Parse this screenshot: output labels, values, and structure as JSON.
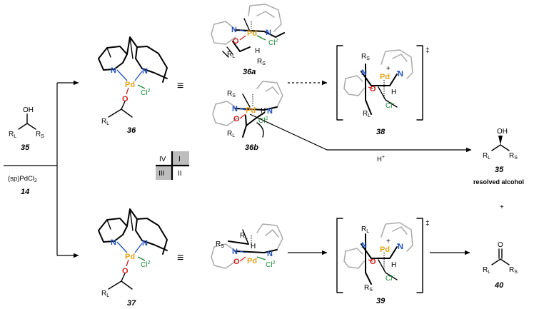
{
  "labels": {
    "reactant": {
      "oh": "OH",
      "rl": "R",
      "rl_sub": "L",
      "rs": "R",
      "rs_sub": "S",
      "num": "35"
    },
    "catalyst": {
      "name": "(sp)PdCl",
      "sub": "2",
      "num": "14"
    },
    "complex36": {
      "num": "36",
      "n": "N",
      "pd": "Pd",
      "o": "O",
      "cl": "Cl",
      "cl_sup": "2",
      "rl": "R",
      "rl_sub": "L"
    },
    "complex37": {
      "num": "37",
      "n": "N",
      "pd": "Pd",
      "o": "O",
      "cl": "Cl",
      "cl_sup": "2",
      "rl": "R",
      "rl_sub": "L"
    },
    "equiv": "≡",
    "conf36a": {
      "num": "36a",
      "n": "N",
      "pd": "Pd",
      "o": "O",
      "cl": "Cl",
      "cl_sup": "2",
      "h": "H",
      "rl": "R",
      "rl_sub": "L",
      "rs": "R",
      "rs_sub": "S"
    },
    "conf36b": {
      "num": "36b",
      "n": "N",
      "pd": "Pd",
      "o": "O",
      "cl": "Cl",
      "cl_sup": "2",
      "h": "H",
      "rl": "R",
      "rl_sub": "L",
      "rs": "R",
      "rs_sub": "S"
    },
    "conf37": {
      "n": "N",
      "pd": "Pd",
      "o": "O",
      "cl": "Cl",
      "cl_sup": "2",
      "h": "H",
      "rl": "R",
      "rl_sub": "L",
      "rs": "R",
      "rs_sub": "S"
    },
    "ts38": {
      "num": "38",
      "ddagger": "‡",
      "n": "N",
      "pd": "Pd",
      "o": "O",
      "plus": "+",
      "cl": "Cl",
      "cl_sup": "−",
      "h": "H",
      "rl": "R",
      "rl_sub": "L",
      "rs": "R",
      "rs_sub": "S"
    },
    "ts39": {
      "num": "39",
      "ddagger": "‡",
      "n": "N",
      "pd": "Pd",
      "o": "O",
      "plus": "+",
      "cl": "Cl",
      "cl_sup": "−",
      "h": "H",
      "rl": "R",
      "rl_sub": "L",
      "rs": "R",
      "rs_sub": "S"
    },
    "quadrant": {
      "q1": "I",
      "q2": "II",
      "q3": "III",
      "q4": "IV"
    },
    "hplus": {
      "h": "H",
      "sup": "+"
    },
    "product35": {
      "oh": "OH",
      "rl": "R",
      "rl_sub": "L",
      "rs": "R",
      "rs_sub": "S",
      "num": "35",
      "caption": "resolved alcohol"
    },
    "plus_sign": "+",
    "product40": {
      "o": "O",
      "rl": "R",
      "rl_sub": "L",
      "rs": "R",
      "rs_sub": "S",
      "num": "40"
    }
  },
  "colors": {
    "nitrogen": "#1f4fbf",
    "oxygen": "#d41f1f",
    "palladium": "#e8a317",
    "chlorine": "#1f8a3a",
    "grey": "#aaaaaa"
  }
}
